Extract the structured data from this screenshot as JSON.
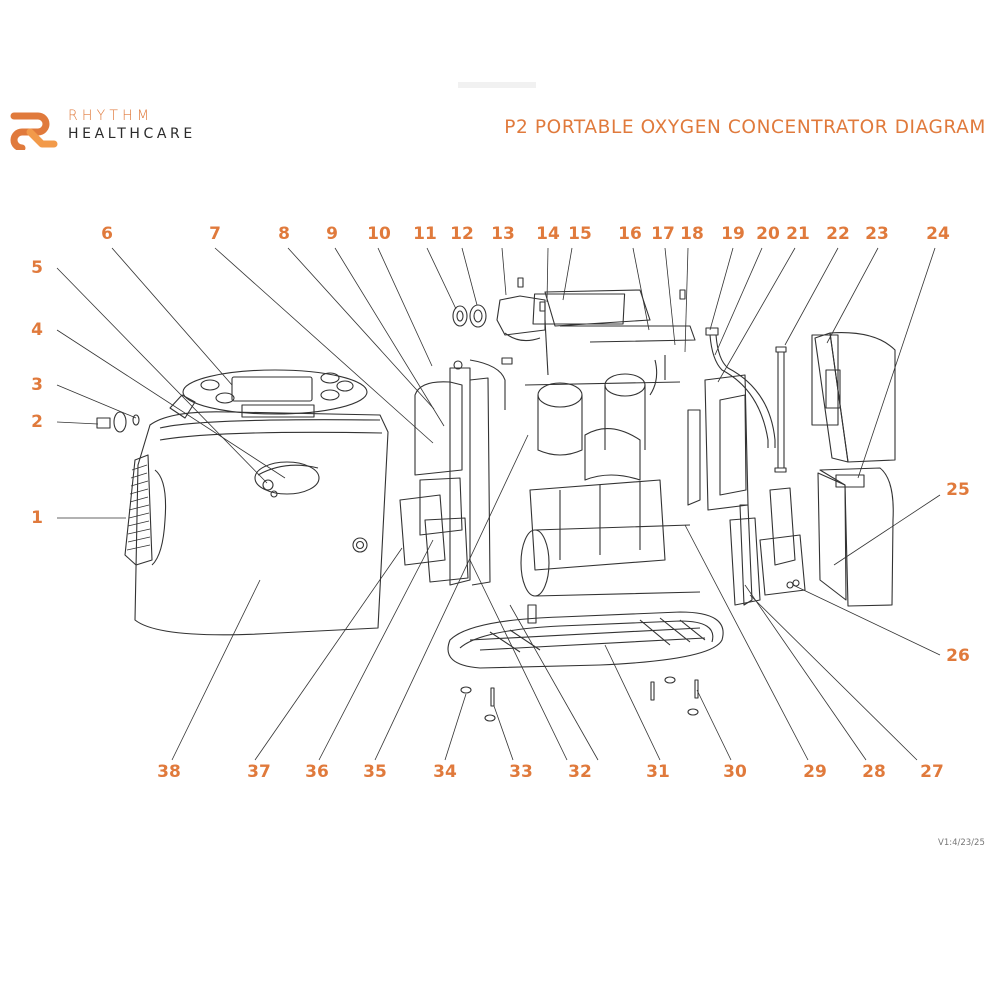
{
  "header": {
    "brand_line1": "RHYTHM",
    "brand_line2": "HEALTHCARE",
    "title": "P2 PORTABLE OXYGEN CONCENTRATOR DIAGRAM"
  },
  "footer": {
    "version": "V1:4/23/25"
  },
  "colors": {
    "accent": "#e07a3c",
    "line": "#333333",
    "text_dark": "#2b2b2b"
  },
  "callouts": [
    {
      "id": "1",
      "label": "1"
    },
    {
      "id": "2",
      "label": "2"
    },
    {
      "id": "3",
      "label": "3"
    },
    {
      "id": "4",
      "label": "4"
    },
    {
      "id": "5",
      "label": "5"
    },
    {
      "id": "6",
      "label": "6"
    },
    {
      "id": "7",
      "label": "7"
    },
    {
      "id": "8",
      "label": "8"
    },
    {
      "id": "9",
      "label": "9"
    },
    {
      "id": "10",
      "label": "10"
    },
    {
      "id": "11",
      "label": "11"
    },
    {
      "id": "12",
      "label": "12"
    },
    {
      "id": "13",
      "label": "13"
    },
    {
      "id": "14",
      "label": "14"
    },
    {
      "id": "15",
      "label": "15"
    },
    {
      "id": "16",
      "label": "16"
    },
    {
      "id": "17",
      "label": "17"
    },
    {
      "id": "18",
      "label": "18"
    },
    {
      "id": "19",
      "label": "19"
    },
    {
      "id": "20",
      "label": "20"
    },
    {
      "id": "21",
      "label": "21"
    },
    {
      "id": "22",
      "label": "22"
    },
    {
      "id": "23",
      "label": "23"
    },
    {
      "id": "24",
      "label": "24"
    },
    {
      "id": "25",
      "label": "25"
    },
    {
      "id": "26",
      "label": "26"
    },
    {
      "id": "27",
      "label": "27"
    },
    {
      "id": "28",
      "label": "28"
    },
    {
      "id": "29",
      "label": "29"
    },
    {
      "id": "30",
      "label": "30"
    },
    {
      "id": "31",
      "label": "31"
    },
    {
      "id": "32",
      "label": "32"
    },
    {
      "id": "33",
      "label": "33"
    },
    {
      "id": "34",
      "label": "34"
    },
    {
      "id": "35",
      "label": "35"
    },
    {
      "id": "36",
      "label": "36"
    },
    {
      "id": "37",
      "label": "37"
    },
    {
      "id": "38",
      "label": "38"
    }
  ]
}
